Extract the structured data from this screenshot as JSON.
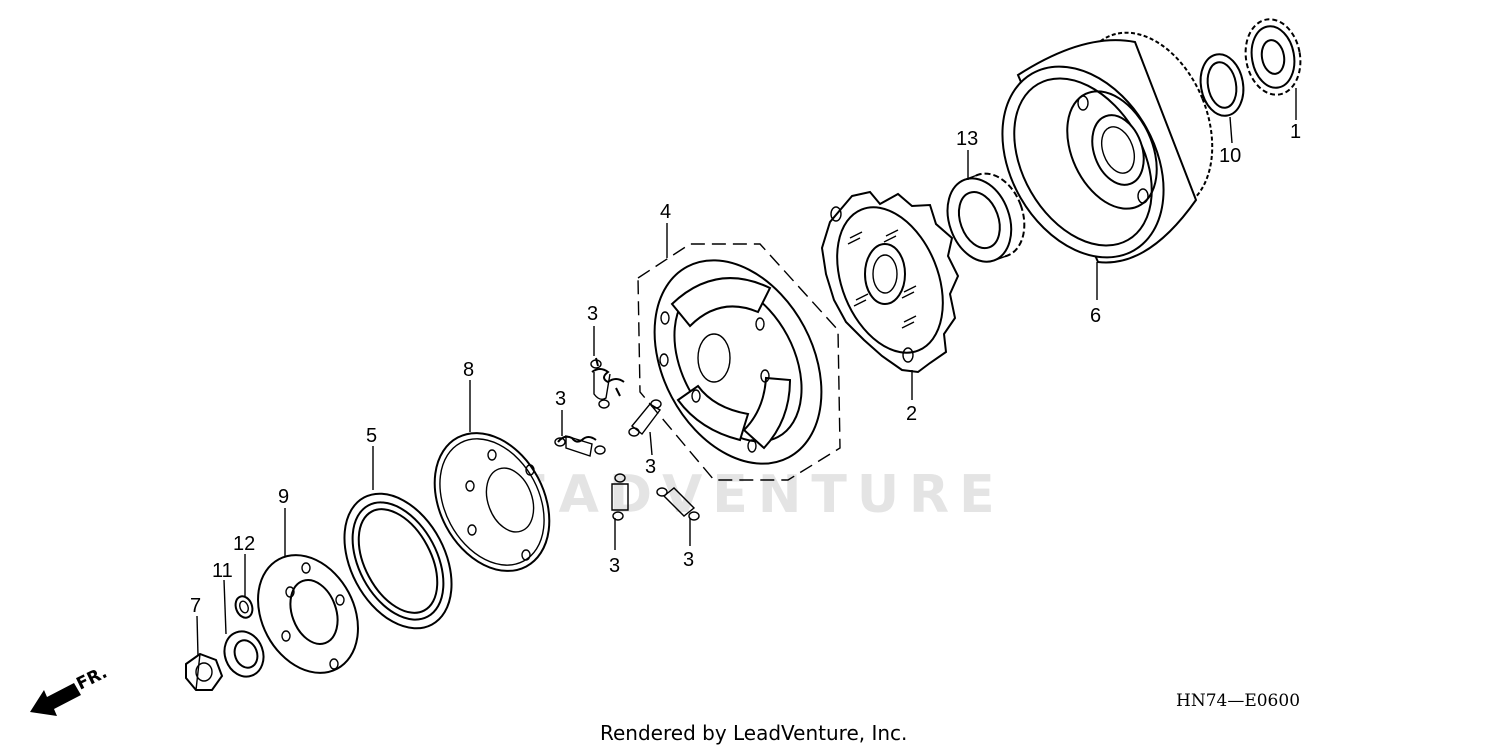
{
  "watermark": "LEADVENTURE",
  "diagram_code": "HN74—E0600",
  "credit": "Rendered by LeadVenture, Inc.",
  "direction_label": "FR.",
  "callouts": {
    "p1": "1",
    "p2": "2",
    "p3a": "3",
    "p3b": "3",
    "p3c": "3",
    "p3d": "3",
    "p3e": "3",
    "p4": "4",
    "p5": "5",
    "p6": "6",
    "p7": "7",
    "p8": "8",
    "p9": "9",
    "p10": "10",
    "p11": "11",
    "p12": "12",
    "p13": "13"
  }
}
